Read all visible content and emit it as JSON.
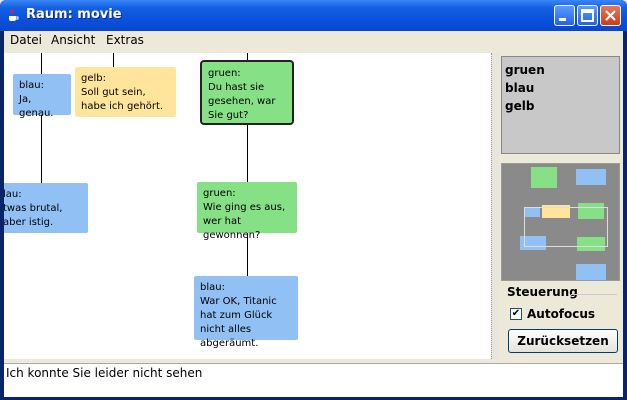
{
  "window": {
    "title": "Raum:  movie"
  },
  "menu": [
    "Datei",
    "Ansicht",
    "Extras"
  ],
  "nodes": [
    {
      "speaker": "blau:",
      "text": "Ja, genau."
    },
    {
      "speaker": "gelb:",
      "text": "Soll gut sein, habe ich gehört."
    },
    {
      "speaker": "gruen:",
      "text": "Du hast sie gesehen, war Sie gut?"
    },
    {
      "speaker": "lau:",
      "text": "twas brutal, aber istig."
    },
    {
      "speaker": "gruen:",
      "text": "Wie ging es aus, wer hat gewonnen?"
    },
    {
      "speaker": "blau:",
      "text": "War OK, Titanic hat zum Glück nicht alles abgeräumt."
    }
  ],
  "speakers": [
    "gruen",
    "blau",
    "gelb"
  ],
  "controls": {
    "group_label": "Steuerung",
    "autofocus_label": "Autofocus",
    "autofocus_checked": true,
    "reset_label": "Zurücksetzen"
  },
  "input": {
    "value": "Ich konnte Sie leider nicht sehen"
  },
  "colors": {
    "blue": "#90C0F4",
    "yellow": "#FFE49C",
    "green": "#86E086",
    "titlebar": "#0A4EDC"
  }
}
